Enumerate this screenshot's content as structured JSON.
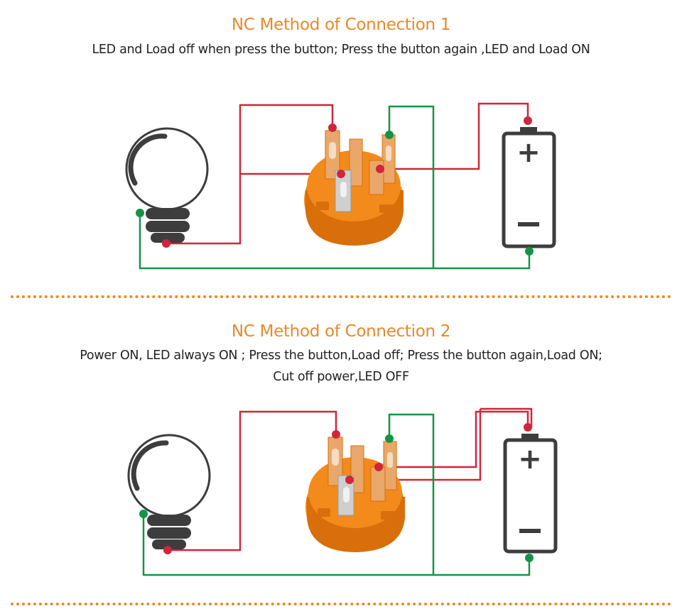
{
  "colors": {
    "accent": "#e8892b",
    "wire_red": "#d0263a",
    "wire_green": "#149447",
    "switch_body": "#f28a1c",
    "switch_dark": "#d86f0a",
    "terminal": "#e9a86a",
    "terminal_silver": "#cfcfcf",
    "outline": "#3d3d3d"
  },
  "sections": [
    {
      "title": "NC  Method of Connection 1",
      "description_lines": [
        "LED and Load off when press the button; Press the button again ,LED and Load ON"
      ]
    },
    {
      "title": "NC  Method of Connection 2",
      "description_lines": [
        "Power ON, LED always ON ; Press the button,Load off;  Press the button again,Load ON;",
        "Cut off power,LED OFF"
      ]
    }
  ],
  "battery": {
    "plus": "+",
    "minus": "−"
  },
  "icons": [
    "light-bulb-icon",
    "push-button-switch-icon",
    "battery-icon"
  ]
}
